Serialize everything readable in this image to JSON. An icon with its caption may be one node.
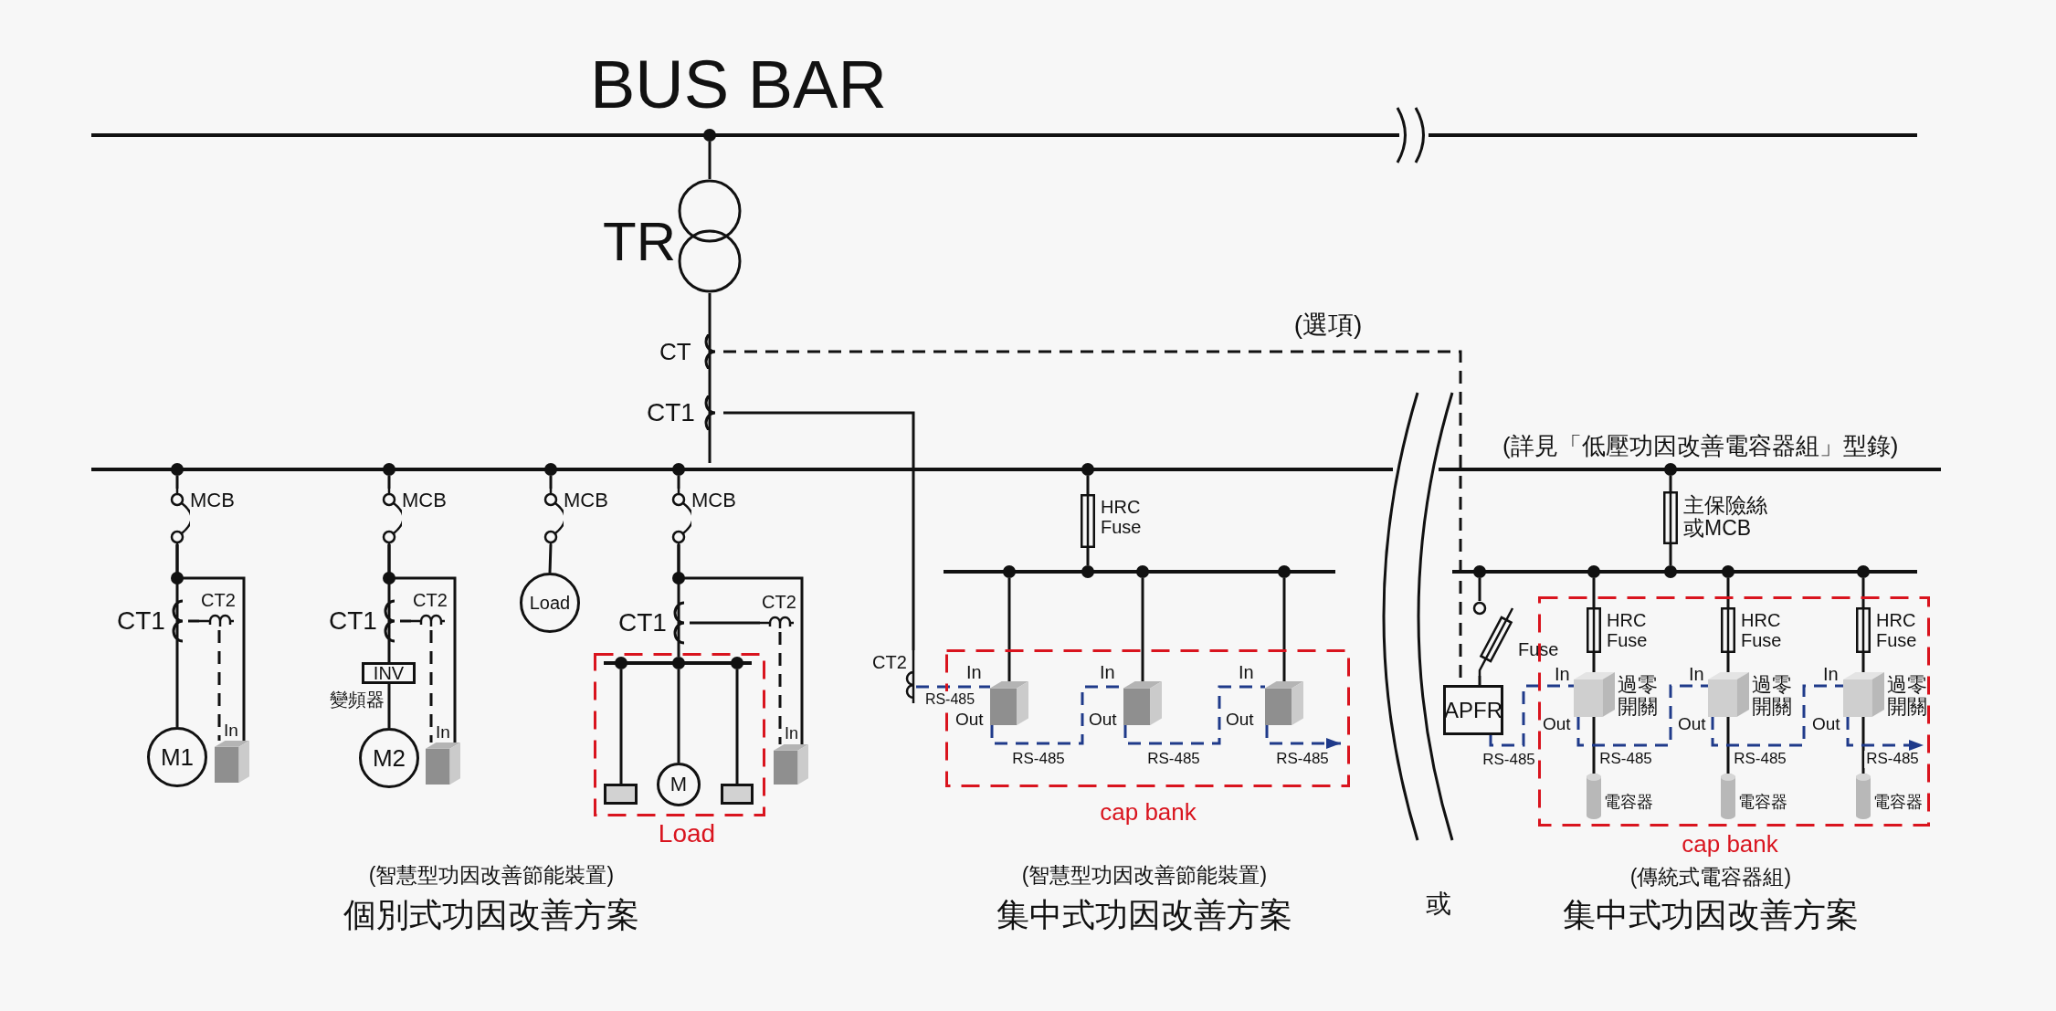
{
  "diagram": {
    "nodes": [
      {
        "text": [
          "BUS BAR"
        ]
      },
      {
        "text": [
          "TR"
        ]
      },
      {
        "text": [
          "CT"
        ]
      },
      {
        "text": [
          "CT1"
        ]
      },
      {
        "text": [],
        "shape": "bar"
      },
      {
        "text": [
          "MCB"
        ]
      },
      {
        "text": [
          "MCB"
        ]
      },
      {
        "text": [
          "MCB"
        ]
      },
      {
        "text": [
          "MCB"
        ]
      },
      {
        "text": [
          "HRC Fuse"
        ]
      },
      {
        "text": [
          "主保險絲或MCB"
        ]
      },
      {
        "text": [
          "CT1"
        ]
      },
      {
        "text": [
          "CT2"
        ]
      },
      {
        "text": [
          "M1"
        ]
      },
      {
        "text": [],
        "shape": "box"
      },
      {
        "text": [
          "CT1"
        ]
      },
      {
        "text": [
          "CT2"
        ]
      },
      {
        "text": [
          "INV"
        ],
        "beside": [
          "變頻器"
        ]
      },
      {
        "text": [
          "M2"
        ]
      },
      {
        "text": [],
        "shape": "box"
      },
      {
        "text": [
          "Load"
        ]
      },
      {
        "text": [
          "CT1"
        ]
      },
      {
        "text": [
          "CT2"
        ]
      },
      {
        "text": [
          "Load"
        ]
      },
      {
        "text": [],
        "shape": "bar",
        "in": 23
      },
      {
        "text": [],
        "shape": "box",
        "in": 23
      },
      {
        "text": [
          "M"
        ],
        "in": 23
      },
      {
        "text": [],
        "shape": "box",
        "in": 23
      },
      {
        "text": [],
        "shape": "box"
      },
      {
        "text": [],
        "shape": "bar"
      },
      {
        "text": [
          "CT2"
        ]
      },
      {
        "text": [
          "cap bank"
        ]
      },
      {
        "text": [],
        "shape": "box",
        "in": 31
      },
      {
        "text": [],
        "shape": "box",
        "in": 31
      },
      {
        "text": [],
        "shape": "box",
        "in": 31
      },
      {
        "text": [],
        "shape": "bar"
      },
      {
        "text": [
          "Fuse"
        ]
      },
      {
        "text": [
          "APFR"
        ]
      },
      {
        "text": [
          "cap bank"
        ]
      },
      {
        "text": [
          "HRC Fuse"
        ],
        "in": 38
      },
      {
        "text": [
          "HRC Fuse"
        ],
        "in": 38
      },
      {
        "text": [
          "HRC Fuse"
        ],
        "in": 38
      },
      {
        "text": [],
        "shape": "box",
        "in": 38,
        "beside": [
          "過零開關"
        ]
      },
      {
        "text": [],
        "shape": "box",
        "in": 38,
        "beside": [
          "過零開關"
        ]
      },
      {
        "text": [],
        "shape": "box",
        "in": 38,
        "beside": [
          "過零開關"
        ]
      },
      {
        "text": [],
        "shape": "cylinder",
        "in": 38,
        "beside": [
          "電容器"
        ]
      },
      {
        "text": [],
        "shape": "cylinder",
        "in": 38,
        "beside": [
          "電容器"
        ]
      },
      {
        "text": [],
        "shape": "cylinder",
        "in": 38,
        "beside": [
          "電容器"
        ]
      }
    ],
    "edges": [
      {
        "from": 0,
        "to": 1,
        "arrow": "none"
      },
      {
        "from": 1,
        "to": 2,
        "arrow": "none"
      },
      {
        "from": 2,
        "to": 3,
        "arrow": "none"
      },
      {
        "from": 3,
        "to": 4,
        "arrow": "none"
      },
      {
        "from": 2,
        "to": 37,
        "arrow": "none",
        "style": "dashed",
        "label": "(選項)"
      },
      {
        "from": 3,
        "to": 30,
        "arrow": "none"
      },
      {
        "from": 4,
        "to": 5,
        "arrow": "none"
      },
      {
        "from": 4,
        "to": 6,
        "arrow": "none"
      },
      {
        "from": 4,
        "to": 7,
        "arrow": "none"
      },
      {
        "from": 4,
        "to": 8,
        "arrow": "none"
      },
      {
        "from": 4,
        "to": 9,
        "arrow": "none"
      },
      {
        "from": 4,
        "to": 10,
        "arrow": "none"
      },
      {
        "from": 5,
        "to": 11,
        "arrow": "none"
      },
      {
        "from": 5,
        "to": 14,
        "arrow": "none"
      },
      {
        "from": 11,
        "to": 13,
        "arrow": "none"
      },
      {
        "from": 11,
        "to": 12,
        "arrow": "none"
      },
      {
        "from": 12,
        "to": 14,
        "arrow": "none",
        "style": "dashed"
      },
      {
        "from": 6,
        "to": 15,
        "arrow": "none"
      },
      {
        "from": 6,
        "to": 19,
        "arrow": "none"
      },
      {
        "from": 15,
        "to": 17,
        "arrow": "none"
      },
      {
        "from": 15,
        "to": 16,
        "arrow": "none"
      },
      {
        "from": 17,
        "to": 18,
        "arrow": "none"
      },
      {
        "from": 16,
        "to": 19,
        "arrow": "none",
        "style": "dashed"
      },
      {
        "from": 7,
        "to": 20,
        "arrow": "none"
      },
      {
        "from": 8,
        "to": 21,
        "arrow": "none"
      },
      {
        "from": 8,
        "to": 28,
        "arrow": "none"
      },
      {
        "from": 21,
        "to": 24,
        "arrow": "none"
      },
      {
        "from": 21,
        "to": 22,
        "arrow": "none"
      },
      {
        "from": 24,
        "to": 25,
        "arrow": "none"
      },
      {
        "from": 24,
        "to": 26,
        "arrow": "none"
      },
      {
        "from": 24,
        "to": 27,
        "arrow": "none"
      },
      {
        "from": 22,
        "to": 28,
        "arrow": "none",
        "style": "dashed"
      },
      {
        "from": 9,
        "to": 29,
        "arrow": "none"
      },
      {
        "from": 29,
        "to": 32,
        "arrow": "none"
      },
      {
        "from": 29,
        "to": 33,
        "arrow": "none"
      },
      {
        "from": 29,
        "to": 34,
        "arrow": "none"
      },
      {
        "from": 30,
        "to": 32,
        "arrow": "none",
        "style": "dashed",
        "color": "#1f3a8a",
        "label": "RS-485"
      },
      {
        "from": 32,
        "to": 33,
        "arrow": "none",
        "style": "dashed",
        "color": "#1f3a8a",
        "label": "RS-485"
      },
      {
        "from": 33,
        "to": 34,
        "arrow": "none",
        "style": "dashed",
        "color": "#1f3a8a",
        "label": "RS-485"
      },
      {
        "from": 34,
        "to": null,
        "arrow": "to",
        "style": "dashed",
        "color": "#1f3a8a",
        "label": "RS-485"
      },
      {
        "from": 10,
        "to": 35,
        "arrow": "none"
      },
      {
        "from": 35,
        "to": 36,
        "arrow": "none"
      },
      {
        "from": 36,
        "to": 37,
        "arrow": "none"
      },
      {
        "from": 35,
        "to": 39,
        "arrow": "none"
      },
      {
        "from": 35,
        "to": 40,
        "arrow": "none"
      },
      {
        "from": 35,
        "to": 41,
        "arrow": "none"
      },
      {
        "from": 39,
        "to": 42,
        "arrow": "none"
      },
      {
        "from": 40,
        "to": 43,
        "arrow": "none"
      },
      {
        "from": 41,
        "to": 44,
        "arrow": "none"
      },
      {
        "from": 42,
        "to": 45,
        "arrow": "none"
      },
      {
        "from": 43,
        "to": 46,
        "arrow": "none"
      },
      {
        "from": 44,
        "to": 47,
        "arrow": "none"
      },
      {
        "from": 37,
        "to": 42,
        "arrow": "none",
        "style": "dashed",
        "color": "#1f3a8a",
        "label": "RS-485"
      },
      {
        "from": 42,
        "to": 43,
        "arrow": "none",
        "style": "dashed",
        "color": "#1f3a8a",
        "label": "RS-485"
      },
      {
        "from": 43,
        "to": 44,
        "arrow": "none",
        "style": "dashed",
        "color": "#1f3a8a",
        "label": "RS-485"
      },
      {
        "from": 44,
        "to": null,
        "arrow": "to",
        "style": "dashed",
        "color": "#1f3a8a",
        "label": "RS-485"
      }
    ],
    "labels": [
      "(詳見「低壓功因改善電容器組」型錄)",
      "In",
      "In",
      "In",
      "Out",
      "Out",
      "Out",
      "In",
      "In",
      "In",
      "Out",
      "Out",
      "Out",
      "In",
      "In",
      "In",
      "(智慧型功因改善節能裝置)",
      "個別式功因改善方案",
      "(智慧型功因改善節能裝置)",
      "集中式功因改善方案",
      "或",
      "(傳統式電容器組)",
      "集中式功因改善方案"
    ]
  }
}
